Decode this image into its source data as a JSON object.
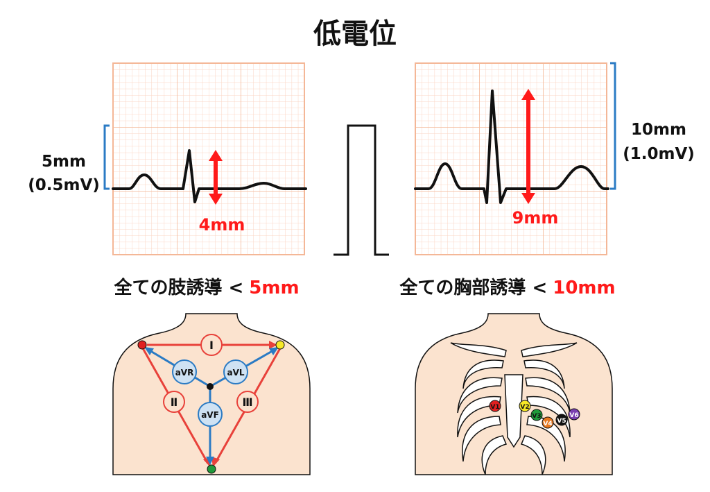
{
  "title": "低電位",
  "left_panel": {
    "scale_label_line1": "5mm",
    "scale_label_line2": "(0.5mV)",
    "amplitude_label": "4mm",
    "caption_prefix": "全ての肢誘導 <",
    "caption_value": "5mm"
  },
  "right_panel": {
    "scale_label_line1": "10mm",
    "scale_label_line2": "(1.0mV)",
    "amplitude_label": "9mm",
    "caption_prefix": "全ての胸部誘導 <",
    "caption_value": "10mm"
  },
  "limb_leads": {
    "lead_I": "Ⅰ",
    "lead_II": "Ⅱ",
    "lead_III": "Ⅲ",
    "avr": "aVR",
    "avl": "aVL",
    "avf": "aVF"
  },
  "chest_leads": {
    "v1": "V1",
    "v2": "V2",
    "v3": "V3",
    "v4": "V4",
    "v5": "V5",
    "v6": "V6"
  },
  "colors": {
    "grid_major": "#f4b797",
    "grid_minor": "#fbd5c3",
    "highlight_red": "#ff1a1a",
    "bracket_blue": "#2b7bc4",
    "skin": "#fbe3cf",
    "limb_red": "#e8413a",
    "limb_blue": "#2b7bc4",
    "lead_circle_fill": "#cfe2f3",
    "electrode_red": "#e02020",
    "electrode_yellow": "#f7e826",
    "electrode_green": "#1f9a3a",
    "electrode_orange": "#e8781f",
    "electrode_black": "#111111",
    "electrode_purple": "#7a3fb0"
  }
}
